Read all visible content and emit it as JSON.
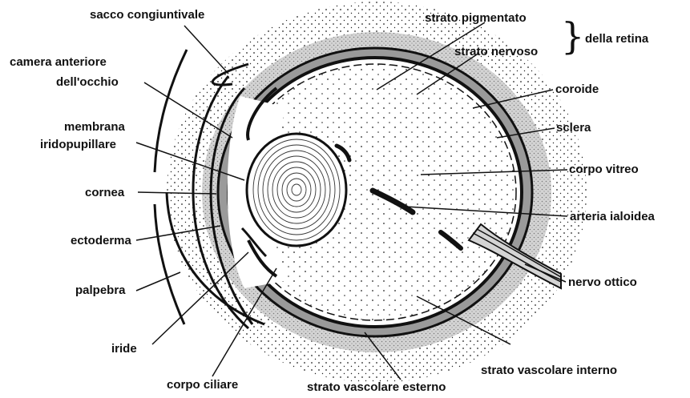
{
  "labels": {
    "sacco_congiuntivale": "sacco congiuntivale",
    "camera_anteriore_line1": "camera anteriore",
    "camera_anteriore_line2": "dell'occhio",
    "membrana_line1": "membrana",
    "membrana_line2": "iridopupillare",
    "cornea": "cornea",
    "ectoderma": "ectoderma",
    "palpebra": "palpebra",
    "iride": "iride",
    "corpo_ciliare": "corpo ciliare",
    "strato_vascolare_esterno": "strato vascolare esterno",
    "strato_pigmentato": "strato pigmentato",
    "strato_nervoso": "strato nervoso",
    "della_retina": "della retina",
    "coroide": "coroide",
    "sclera": "sclera",
    "corpo_vitreo": "corpo vitreo",
    "arteria_ialoidea": "arteria ialoidea",
    "nervo_ottico": "nervo ottico",
    "strato_vascolare_interno": "strato vascolare interno",
    "brace": "}"
  },
  "colors": {
    "ink": "#111111",
    "stipple_light": "#c8c8c8",
    "choroid_shade": "#9a9a9a",
    "background": "#ffffff"
  }
}
